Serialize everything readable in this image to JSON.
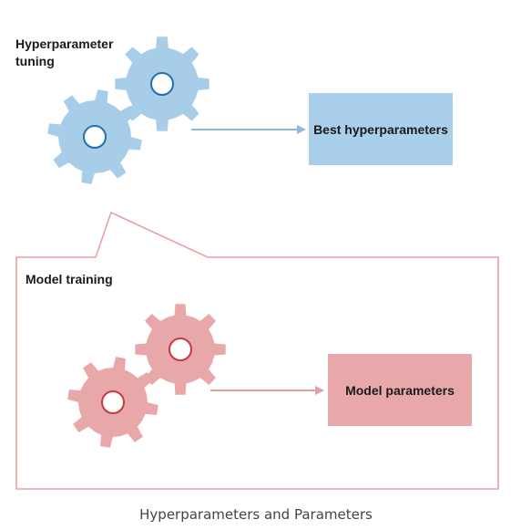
{
  "diagram": {
    "tuning_label_line1": "Hyperparameter",
    "tuning_label_line2": "tuning",
    "best_box_label": "Best hyperparameters",
    "training_label": "Model training",
    "model_box_label": "Model parameters",
    "caption": "Hyperparameters and Parameters"
  },
  "colors": {
    "blue_gear": "#a8cde9",
    "blue_hub": "#1f6fb5",
    "blue_box": "#a9cfea",
    "blue_arrow": "#8fb9dc",
    "red_gear": "#e8a8aa",
    "red_hub": "#c63a3f",
    "red_box": "#e8a8aa",
    "red_arrow": "#e3a0a3",
    "callout_border": "#e9a0a3"
  },
  "icons": [
    "gear-icon",
    "arrow-right-icon"
  ]
}
